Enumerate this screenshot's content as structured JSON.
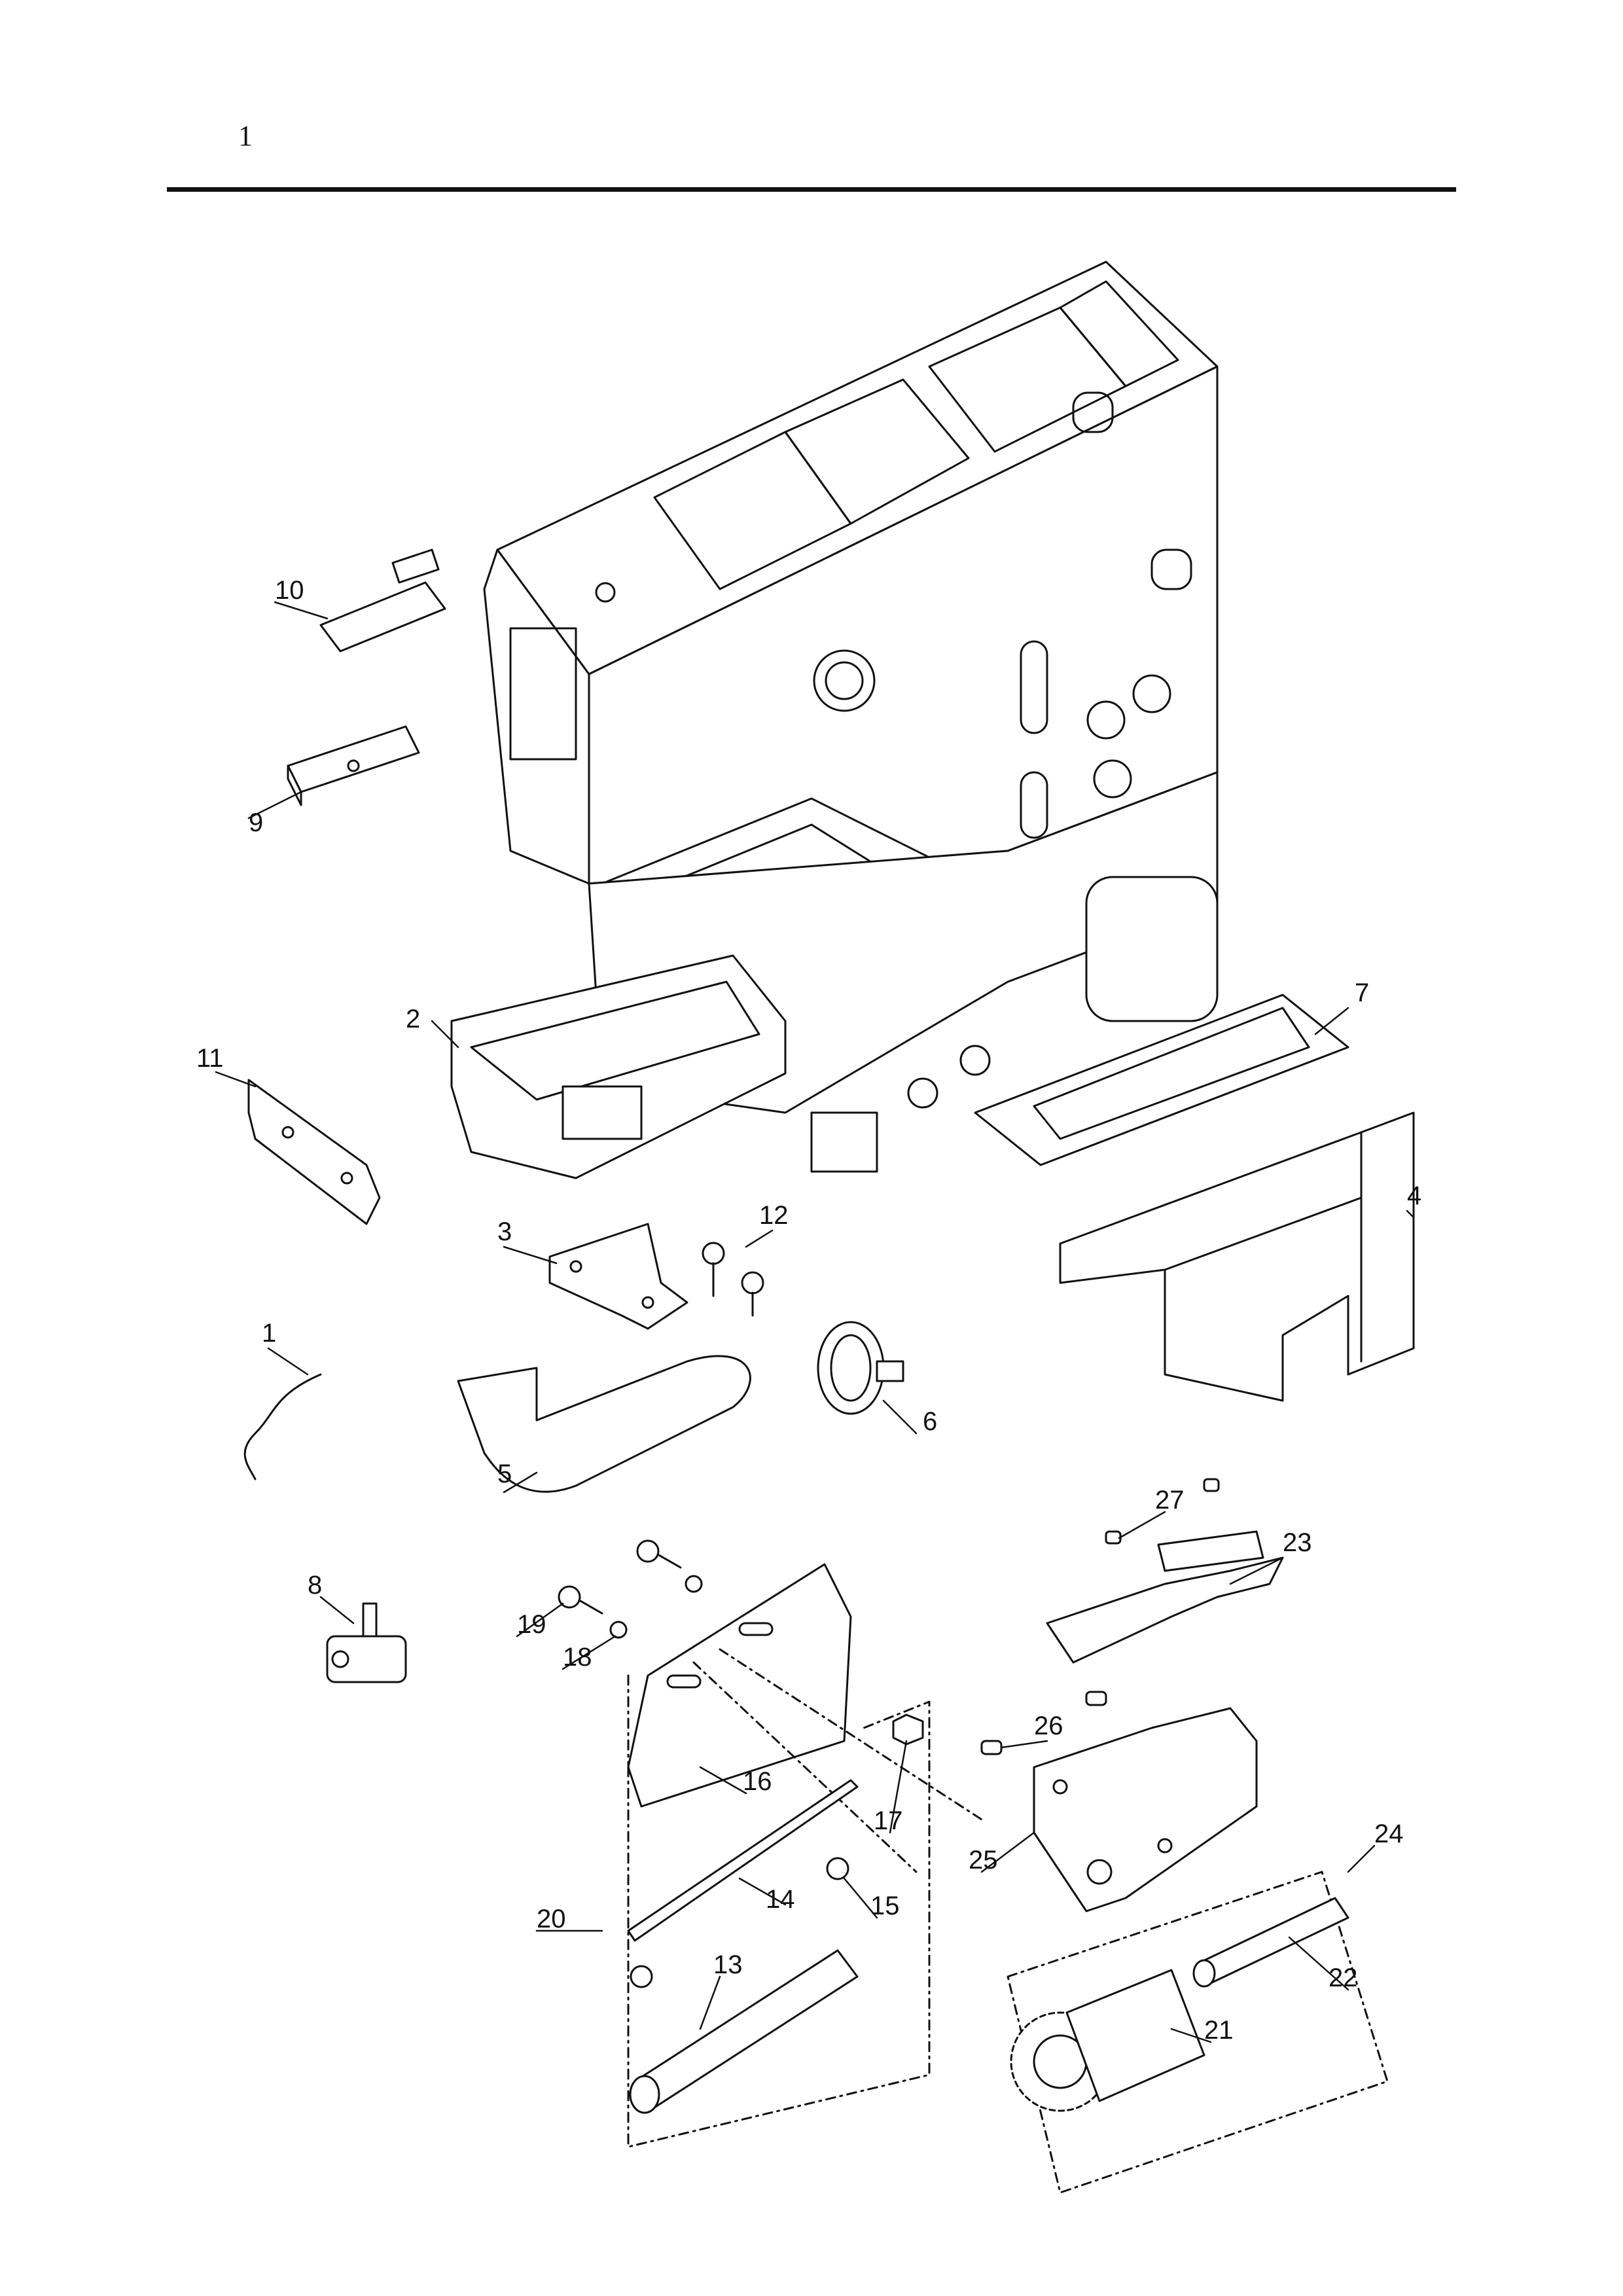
{
  "page": {
    "number": "1"
  },
  "colors": {
    "ink": "#111111",
    "paper": "#ffffff"
  },
  "callouts": [
    {
      "id": "p1",
      "label": "1"
    },
    {
      "id": "p2",
      "label": "2"
    },
    {
      "id": "p3",
      "label": "3"
    },
    {
      "id": "p4",
      "label": "4"
    },
    {
      "id": "p5",
      "label": "5"
    },
    {
      "id": "p6",
      "label": "6"
    },
    {
      "id": "p7",
      "label": "7"
    },
    {
      "id": "p8",
      "label": "8"
    },
    {
      "id": "p9",
      "label": "9"
    },
    {
      "id": "p10",
      "label": "10"
    },
    {
      "id": "p11",
      "label": "11"
    },
    {
      "id": "p12",
      "label": "12"
    },
    {
      "id": "p13",
      "label": "13"
    },
    {
      "id": "p14",
      "label": "14"
    },
    {
      "id": "p15",
      "label": "15"
    },
    {
      "id": "p16",
      "label": "16"
    },
    {
      "id": "p17",
      "label": "17"
    },
    {
      "id": "p18",
      "label": "18"
    },
    {
      "id": "p19",
      "label": "19"
    },
    {
      "id": "p20",
      "label": "20"
    },
    {
      "id": "p21",
      "label": "21"
    },
    {
      "id": "p22",
      "label": "22"
    },
    {
      "id": "p23",
      "label": "23"
    },
    {
      "id": "p24",
      "label": "24"
    },
    {
      "id": "p25",
      "label": "25"
    },
    {
      "id": "p26",
      "label": "26"
    },
    {
      "id": "p27",
      "label": "27"
    }
  ]
}
